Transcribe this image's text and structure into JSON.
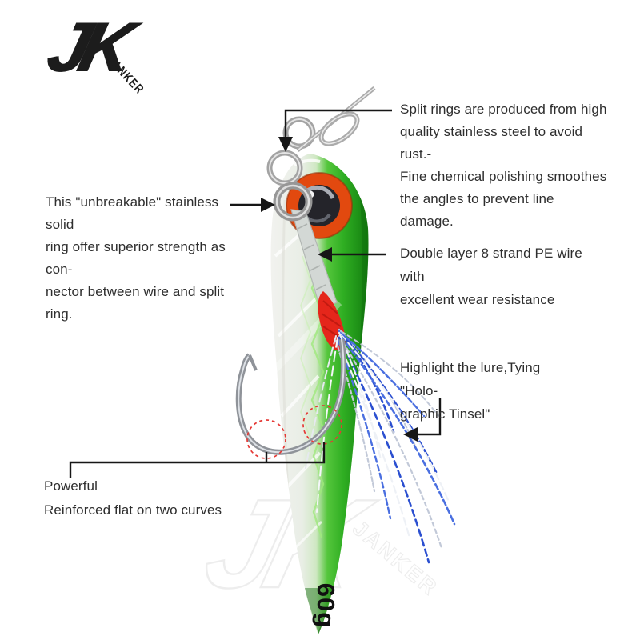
{
  "brand": {
    "logo_main": "JK",
    "logo_sub": "JANKER"
  },
  "callouts": {
    "split_rings": {
      "text": "Split rings are produced from high\nquality stainless steel to avoid rust.-\nFine chemical polishing smoothes\nthe angles to prevent line damage."
    },
    "solid_ring": {
      "text": "This \"unbreakable\" stainless solid\nring offer superior strength as con-\nnector between wire and split ring."
    },
    "pe_wire": {
      "text": "Double layer 8 strand PE wire with\nexcellent wear resistance"
    },
    "tinsel": {
      "text": "Highlight the lure,Tying \"Holo-\ngraphic Tinsel\""
    },
    "hook": {
      "text": "Powerful\nReinforced flat on two curves"
    }
  },
  "product": {
    "weight_label": "60g"
  },
  "watermark": {
    "logo_main": "JK",
    "logo_sub": "JANKER"
  },
  "colors": {
    "body_green": "#2fae22",
    "eye_orange": "#e2490f",
    "wrap_red": "#e5261b",
    "tinsel_blue": "#2b4fd0",
    "metal_silver": "#a8a8a8",
    "dashed_circle_red": "#e53935",
    "callout_black": "#161616",
    "logo_black": "#1c1c1c"
  }
}
